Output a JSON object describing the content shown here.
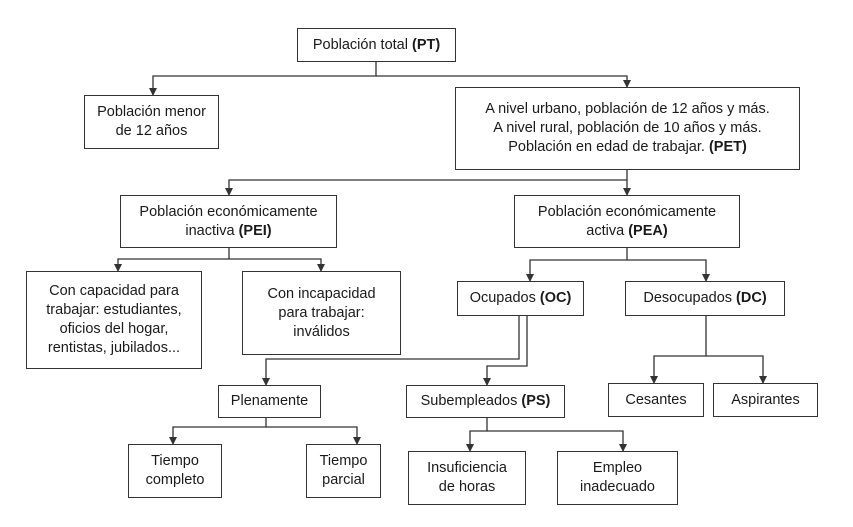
{
  "diagram": {
    "nodes": {
      "pt": {
        "lines": [
          {
            "text": "Población total ",
            "bold": "(PT)"
          }
        ]
      },
      "menor12": {
        "lines": [
          {
            "text": "Población menor"
          },
          {
            "text": "de 12 años"
          }
        ]
      },
      "pet": {
        "lines": [
          {
            "text": "A nivel urbano, población de 12 años y más."
          },
          {
            "text": "A nivel rural, población de 10 años y más."
          },
          {
            "text": "Población en edad de trabajar. ",
            "bold": "(PET)"
          }
        ]
      },
      "pei": {
        "lines": [
          {
            "text": "Población económicamente"
          },
          {
            "text": "inactiva ",
            "bold": "(PEI)"
          }
        ]
      },
      "pea": {
        "lines": [
          {
            "text": "Población económicamente"
          },
          {
            "text": "activa ",
            "bold": "(PEA)"
          }
        ]
      },
      "capacidad": {
        "lines": [
          {
            "text": "Con capacidad para"
          },
          {
            "text": "trabajar: estudiantes,"
          },
          {
            "text": "oficios del hogar,"
          },
          {
            "text": "rentistas, jubilados..."
          }
        ]
      },
      "incapacidad": {
        "lines": [
          {
            "text": "Con incapacidad"
          },
          {
            "text": "para trabajar:"
          },
          {
            "text": "inválidos"
          }
        ]
      },
      "oc": {
        "lines": [
          {
            "text": "Ocupados ",
            "bold": "(OC)"
          }
        ]
      },
      "dc": {
        "lines": [
          {
            "text": "Desocupados ",
            "bold": "(DC)"
          }
        ]
      },
      "plenamente": {
        "lines": [
          {
            "text": "Plenamente"
          }
        ]
      },
      "ps": {
        "lines": [
          {
            "text": "Subempleados ",
            "bold": "(PS)"
          }
        ]
      },
      "cesantes": {
        "lines": [
          {
            "text": "Cesantes"
          }
        ]
      },
      "aspirantes": {
        "lines": [
          {
            "text": "Aspirantes"
          }
        ]
      },
      "completo": {
        "lines": [
          {
            "text": "Tiempo"
          },
          {
            "text": "completo"
          }
        ]
      },
      "parcial": {
        "lines": [
          {
            "text": "Tiempo"
          },
          {
            "text": "parcial"
          }
        ]
      },
      "horas": {
        "lines": [
          {
            "text": "Insuficiencia"
          },
          {
            "text": "de horas"
          }
        ]
      },
      "inadecuado": {
        "lines": [
          {
            "text": "Empleo"
          },
          {
            "text": "inadecuado"
          }
        ]
      }
    },
    "edges": [
      {
        "from": "pt",
        "to": "menor12"
      },
      {
        "from": "pt",
        "to": "pet"
      },
      {
        "from": "pet",
        "to": "pei"
      },
      {
        "from": "pet",
        "to": "pea"
      },
      {
        "from": "pei",
        "to": "capacidad"
      },
      {
        "from": "pei",
        "to": "incapacidad"
      },
      {
        "from": "pea",
        "to": "oc"
      },
      {
        "from": "pea",
        "to": "dc"
      },
      {
        "from": "oc",
        "to": "plenamente"
      },
      {
        "from": "oc",
        "to": "ps"
      },
      {
        "from": "dc",
        "to": "cesantes"
      },
      {
        "from": "dc",
        "to": "aspirantes"
      },
      {
        "from": "plenamente",
        "to": "completo"
      },
      {
        "from": "plenamente",
        "to": "parcial"
      },
      {
        "from": "ps",
        "to": "horas"
      },
      {
        "from": "ps",
        "to": "inadecuado"
      }
    ],
    "colors": {
      "stroke": "#333333",
      "text": "#1a1a1a",
      "background": "#ffffff"
    }
  }
}
